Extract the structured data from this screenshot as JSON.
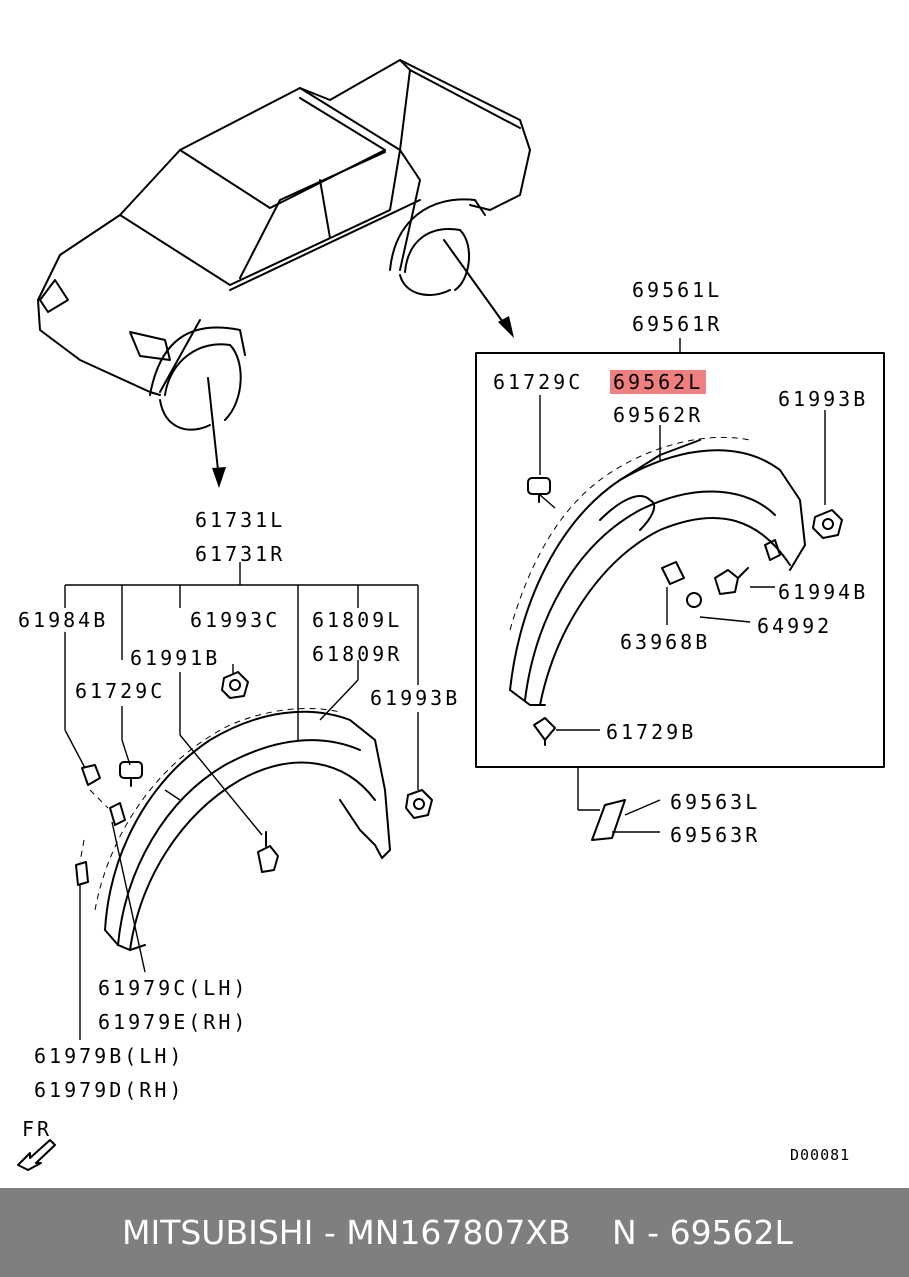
{
  "diagram_id": "D00081",
  "front_indicator": "FR",
  "parts": {
    "rear_assembly": [
      "69561L",
      "69561R"
    ],
    "rear_panel": {
      "highlighted": "69562L",
      "other": "69562R"
    },
    "rear_clip_top": "61729C",
    "rear_nut": "61993B",
    "rear_bolt": "61994B",
    "rear_washer": "64992",
    "rear_clip_square": "63968B",
    "rear_clip_bottom": "61729B",
    "rear_strip": [
      "69563L",
      "69563R"
    ],
    "front_assembly": [
      "61731L",
      "61731R"
    ],
    "front_clip_a": "61984B",
    "front_nut_top": "61993C",
    "front_panel": [
      "61809L",
      "61809R"
    ],
    "front_clip_b": "61991B",
    "front_clip_c": "61729C",
    "front_nut_side": "61993B",
    "front_bracket_1": [
      "61979C(LH)",
      "61979E(RH)"
    ],
    "front_bracket_2": [
      "61979B(LH)",
      "61979D(RH)"
    ]
  },
  "footer": {
    "brand_part": "MITSUBISHI - MN167807XB",
    "ref": "N - 69562L"
  },
  "colors": {
    "highlight": "#f08080",
    "footer_bg": "#7f7f7f",
    "footer_text": "#ffffff"
  }
}
